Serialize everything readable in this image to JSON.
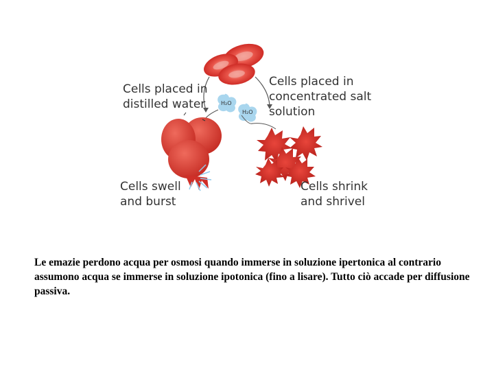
{
  "diagram": {
    "label_distilled": [
      "Cells placed in",
      "distilled water"
    ],
    "label_salt": [
      "Cells placed in",
      "concentrated salt",
      "solution"
    ],
    "label_burst": [
      "Cells swell",
      "and burst"
    ],
    "label_shrink": [
      "Cells shrink",
      "and shrivel"
    ],
    "water_label": "H₂O",
    "colors": {
      "cell_red": "#d8322c",
      "cell_light": "#f4a29a",
      "water_blue": "#a9d6ee",
      "text": "#333333"
    }
  },
  "caption": "Le emazie perdono acqua per osmosi quando immerse in soluzione ipertonica al contrario assumono acqua se immerse in soluzione ipotonica (fino a lisare). Tutto ciò accade per diffusione passiva."
}
